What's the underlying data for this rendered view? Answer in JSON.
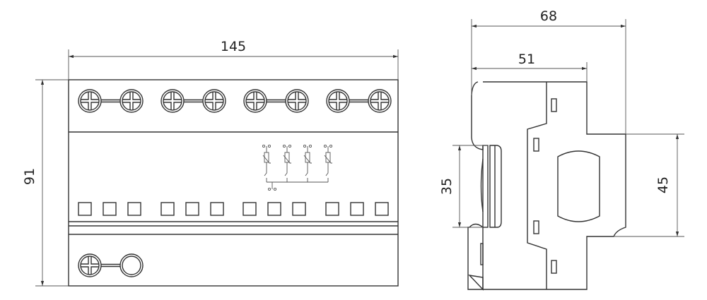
{
  "title": "Surge protective device dimension drawing",
  "dimensions": {
    "front_width": "145",
    "front_height": "91",
    "side_depth_total": "68",
    "side_depth_body": "51",
    "terminal_height": "35",
    "rail_height": "45"
  },
  "colors": {
    "line": "#333333",
    "background": "#ffffff"
  }
}
